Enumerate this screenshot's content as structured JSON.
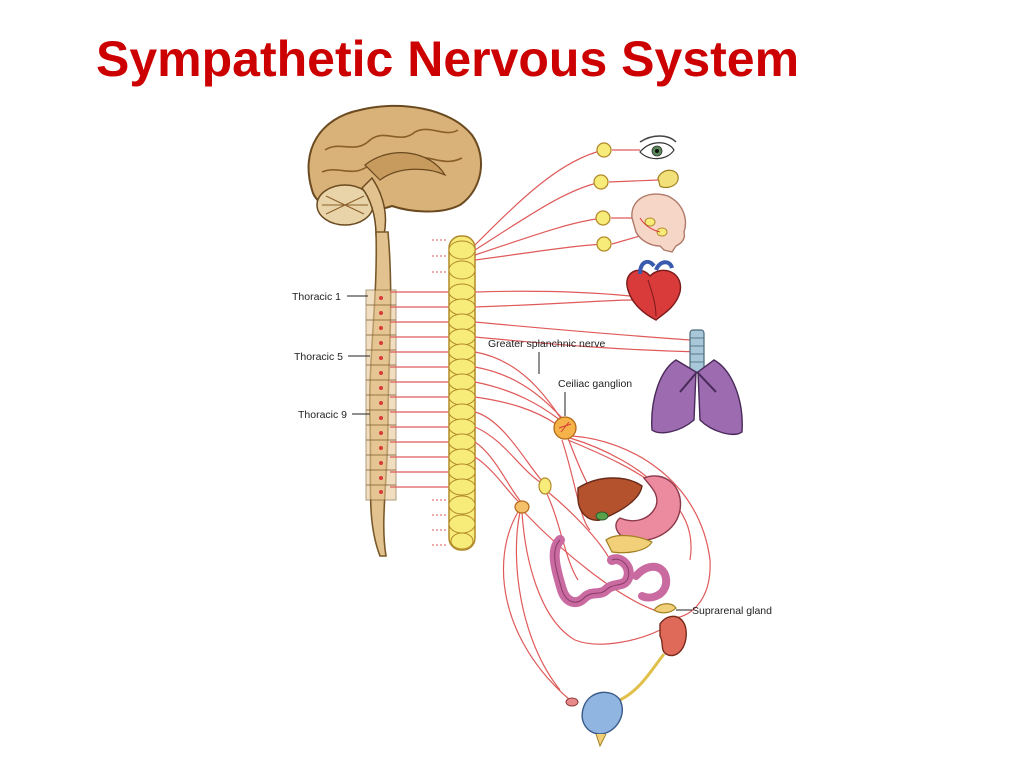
{
  "slide": {
    "title": "Sympathetic Nervous System"
  },
  "diagram": {
    "labels": {
      "thoracic_1": "Thoracic 1",
      "thoracic_5": "Thoracic 5",
      "thoracic_9": "Thoracic 9",
      "greater_splanchnic": "Greater splanchnic nerve",
      "celiac_ganglion": "Ceiliac ganglion",
      "suprarenal_gland": "Suprarenal gland"
    },
    "colors": {
      "title": "#cc0000",
      "nerve": "#e05a5a",
      "ganglion": "#f7ec7a",
      "brain": "#d9b27a",
      "spinal_cord": "#e2c38f",
      "heart": "#d93a3a",
      "lungs": "#9c6bb0",
      "liver": "#b5522e",
      "stomach": "#ec8aa0",
      "intestine": "#c96ba0",
      "bladder": "#8fb5e0",
      "kidney": "#e06a5a"
    }
  }
}
